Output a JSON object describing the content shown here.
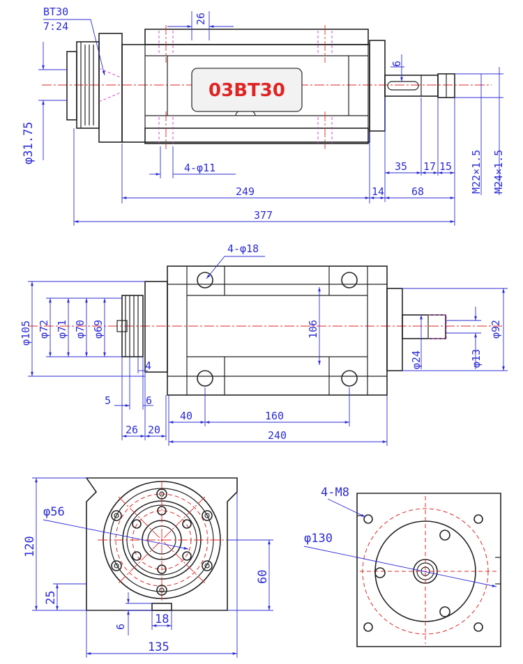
{
  "model_label": "03BT30",
  "colors": {
    "outline": "#222222",
    "dimension": "#2b2bd6",
    "centerline": "#e02424",
    "hidden": "#d23ad2",
    "label_fill": "#f2f2f2"
  },
  "top_view": {
    "taper_name": "BT30",
    "taper_ratio": "7:24",
    "dims": {
      "d_26": "26",
      "d_6": "6",
      "d_31_75": "φ31.75",
      "holes_4x11": "4-φ11",
      "d_35": "35",
      "d_17": "17",
      "d_15": "15",
      "thread_m22": "M22×1.5",
      "thread_m24": "M24×1.5",
      "d_249": "249",
      "d_14": "14",
      "d_68": "68",
      "d_377": "377"
    }
  },
  "side_view": {
    "dims": {
      "holes_4x18": "4-φ18",
      "d_105": "φ105",
      "d_72": "φ72",
      "d_71": "φ71",
      "d_70": "φ70",
      "d_69": "φ69",
      "d_106": "106",
      "d_92": "φ92",
      "d_24": "φ24",
      "d_13": "φ13",
      "d_4": "4",
      "d_5": "5",
      "d_6": "6",
      "d_26": "26",
      "d_20": "20",
      "d_40": "40",
      "d_160": "160",
      "d_240": "240"
    }
  },
  "front_view": {
    "dims": {
      "d_56": "φ56",
      "d_120": "120",
      "d_60": "60",
      "d_25": "25",
      "d_18": "18",
      "d_6": "6",
      "d_135": "135"
    }
  },
  "rear_view": {
    "dims": {
      "holes_4xm8": "4-M8",
      "d_130": "φ130"
    }
  }
}
